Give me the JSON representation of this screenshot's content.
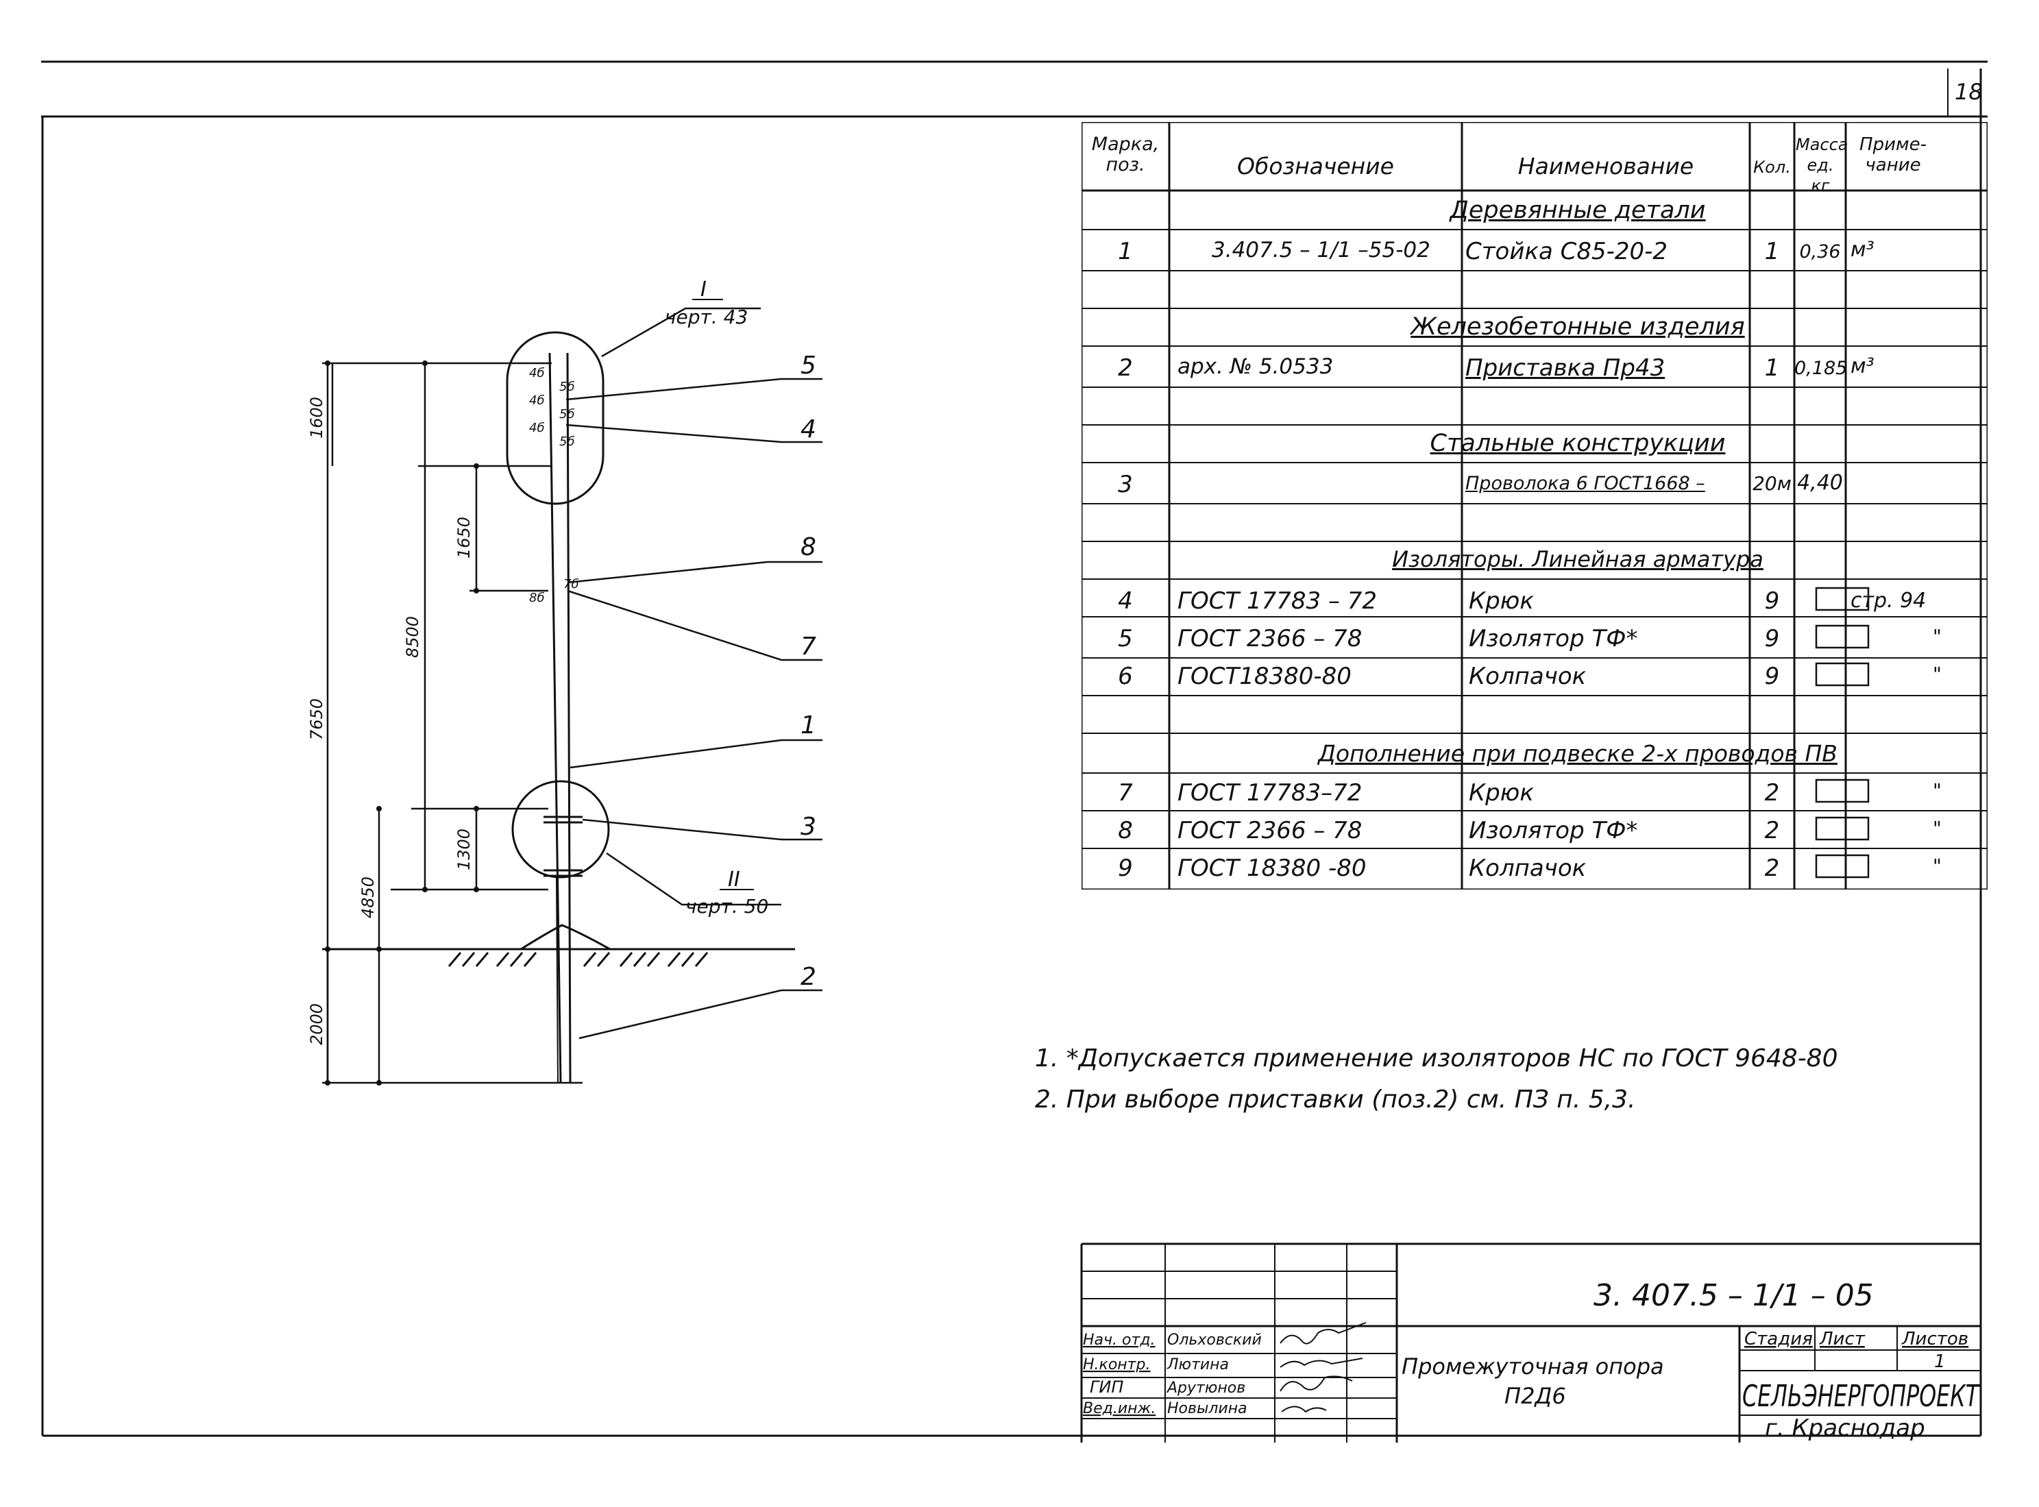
{
  "sheet": {
    "page_number": "18"
  },
  "drawing": {
    "callouts": {
      "pos5": "5",
      "pos4": "4",
      "pos8": "8",
      "pos7": "7",
      "pos1": "1",
      "pos3": "3",
      "pos2": "2"
    },
    "view_refs": [
      {
        "roman": "I",
        "ref": "черт. 43"
      },
      {
        "roman": "II",
        "ref": "черт. 50"
      }
    ],
    "dimensions": {
      "d1600": "1600",
      "d1650": "1650",
      "d8500": "8500",
      "d7650": "7650",
      "d1300": "1300",
      "d4850": "4850",
      "d2000": "2000"
    },
    "pole_labels": [
      "4б",
      "5б",
      "4б",
      "5б",
      "4б",
      "5б",
      "8б",
      "7б"
    ]
  },
  "spec_table": {
    "headers": {
      "mark": "Марка, поз.",
      "designation": "Обозначение",
      "name": "Наименование",
      "qty": "Кол.",
      "mass": "Масса ед. кг",
      "note": "Приме- чание"
    },
    "sections": [
      {
        "title": "Деревянные детали"
      },
      {
        "title": "Железобетонные изделия"
      },
      {
        "title": "Стальные конструкции"
      },
      {
        "title": "Изоляторы. Линейная арматура"
      },
      {
        "title": "Дополнение при подвеске 2-х проводов ПВ"
      }
    ],
    "rows": [
      {
        "pos": "1",
        "designation": "3.407.5 – 1/1 –55-02",
        "name": "Стойка С85-20-2",
        "qty": "1",
        "mass": "0,36",
        "note": "м³"
      },
      {
        "pos": "2",
        "designation": "арх. № 5.0533",
        "name": "Приставка Пр43",
        "qty": "1",
        "mass": "0,185",
        "note": "м³"
      },
      {
        "pos": "3",
        "designation": "",
        "name": "Проволока 6 ГОСТ1668 –",
        "qty": "20м",
        "mass": "4,40",
        "note": ""
      },
      {
        "pos": "4",
        "designation": "ГОСТ 17783 – 72",
        "name": "Крюк",
        "qty": "9",
        "mass": "",
        "note": "стр. 94"
      },
      {
        "pos": "5",
        "designation": "ГОСТ 2366 – 78",
        "name": "Изолятор ТФ*",
        "qty": "9",
        "mass": "",
        "note": "\""
      },
      {
        "pos": "6",
        "designation": "ГОСТ18380-80",
        "name": "Колпачок",
        "qty": "9",
        "mass": "",
        "note": "\""
      },
      {
        "pos": "7",
        "designation": "ГОСТ 17783–72",
        "name": "Крюк",
        "qty": "2",
        "mass": "",
        "note": "\""
      },
      {
        "pos": "8",
        "designation": "ГОСТ 2366 – 78",
        "name": "Изолятор ТФ*",
        "qty": "2",
        "mass": "",
        "note": "\""
      },
      {
        "pos": "9",
        "designation": "ГОСТ 18380 -80",
        "name": "Колпачок",
        "qty": "2",
        "mass": "",
        "note": "\""
      }
    ]
  },
  "notes": [
    "1. *Допускается применение изоляторов НС по ГОСТ 9648-80",
    "2. При выборе приставки (поз.2) см. ПЗ п. 5,3."
  ],
  "title_block": {
    "code": "3. 407.5 – 1/1 – 05",
    "title_line1": "Промежуточная опора",
    "title_line2": "П2Д6",
    "stage_label": "Стадия",
    "sheet_label": "Лист",
    "sheets_label": "Листов",
    "sheets_value": "1",
    "company": "СЕЛЬЭНЕРГОПРОЕКТ",
    "city": "г. Краснодар",
    "signatures": [
      {
        "role": "Нач. отд.",
        "name": "Ольховский"
      },
      {
        "role": "Н.контр.",
        "name": "Лютина"
      },
      {
        "role": "ГИП",
        "name": "Арутюнов"
      },
      {
        "role": "Вед.инж.",
        "name": "Новылина"
      }
    ]
  }
}
